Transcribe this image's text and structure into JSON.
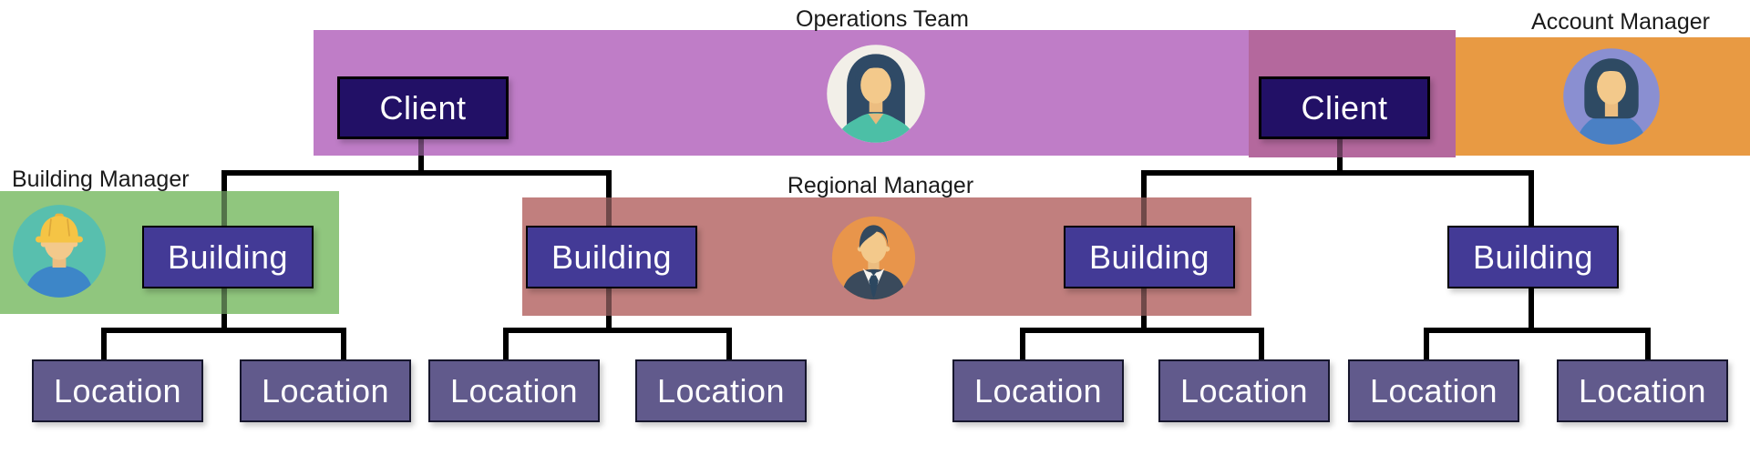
{
  "diagram": {
    "bands": {
      "operations_team": {
        "label": "Operations Team",
        "color": "#bf7dc7"
      },
      "client_overlap": {
        "color": "#b4689d"
      },
      "account_manager": {
        "label": "Account Manager",
        "color": "#e89a43"
      },
      "building_manager": {
        "label": "Building Manager",
        "color": "#90c67e"
      },
      "regional_manager": {
        "label": "Regional Manager",
        "color": "#c17f7e"
      }
    },
    "nodes": {
      "clients": [
        {
          "label": "Client"
        },
        {
          "label": "Client"
        }
      ],
      "buildings": [
        {
          "label": "Building"
        },
        {
          "label": "Building"
        },
        {
          "label": "Building"
        },
        {
          "label": "Building"
        }
      ],
      "locations": [
        {
          "label": "Location"
        },
        {
          "label": "Location"
        },
        {
          "label": "Location"
        },
        {
          "label": "Location"
        },
        {
          "label": "Location"
        },
        {
          "label": "Location"
        },
        {
          "label": "Location"
        },
        {
          "label": "Location"
        }
      ]
    },
    "styles": {
      "client_fill": "#221066",
      "building_fill": "#433a96",
      "location_fill": "#615a8c",
      "node_text": "#ffffff",
      "connector": "#000000",
      "label_text": "#1a1a1a"
    },
    "avatars": {
      "operations_team": {
        "icon": "woman-avatar",
        "bg": "#f2efe8",
        "hair": "#2f4a66",
        "skin": "#f3c98b",
        "shirt": "#4cbfa6"
      },
      "account_manager": {
        "icon": "woman-avatar",
        "bg": "#8a8fd1",
        "hair": "#2e4a63",
        "skin": "#f3c98b",
        "shirt": "#4a80c4"
      },
      "building_manager": {
        "icon": "construction-worker-avatar",
        "bg": "#58bfae",
        "hat": "#f5c445",
        "skin": "#f3c98b",
        "shirt": "#3d86c8"
      },
      "regional_manager": {
        "icon": "businessman-avatar",
        "bg": "#e8954b",
        "hair": "#33495e",
        "skin": "#f3c98b",
        "suit": "#3a4a5c",
        "shirt": "#f6f3ee",
        "tie": "#2c4760"
      }
    }
  }
}
